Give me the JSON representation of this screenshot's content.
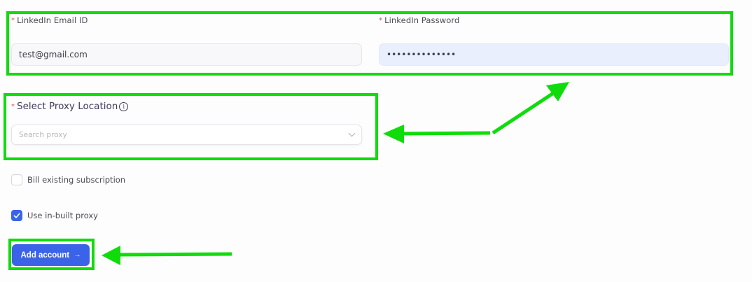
{
  "form": {
    "email": {
      "label": "LinkedIn Email ID",
      "required_mark": "*",
      "value": "test@gmail.com"
    },
    "password": {
      "label": "LinkedIn Password",
      "required_mark": "*",
      "value": "••••••••••••••"
    },
    "proxy": {
      "label": "Select Proxy Location",
      "required_mark": "*",
      "info_icon": "i",
      "placeholder": "Search proxy"
    },
    "checkboxes": [
      {
        "label": "Bill existing subscription",
        "checked": false
      },
      {
        "label": "Use in-built proxy",
        "checked": true
      }
    ],
    "submit": {
      "label": "Add account",
      "icon": "→"
    }
  },
  "annotations": {
    "highlight_color": "#10dc0c",
    "boxes": [
      "credentials-box",
      "proxy-box",
      "add-account-box"
    ],
    "arrows": [
      "proxy-to-credentials-arrow",
      "add-account-arrow"
    ]
  },
  "colors": {
    "primary": "#3b63e8",
    "required": "#e0504a",
    "password_bg": "#e9effc"
  }
}
